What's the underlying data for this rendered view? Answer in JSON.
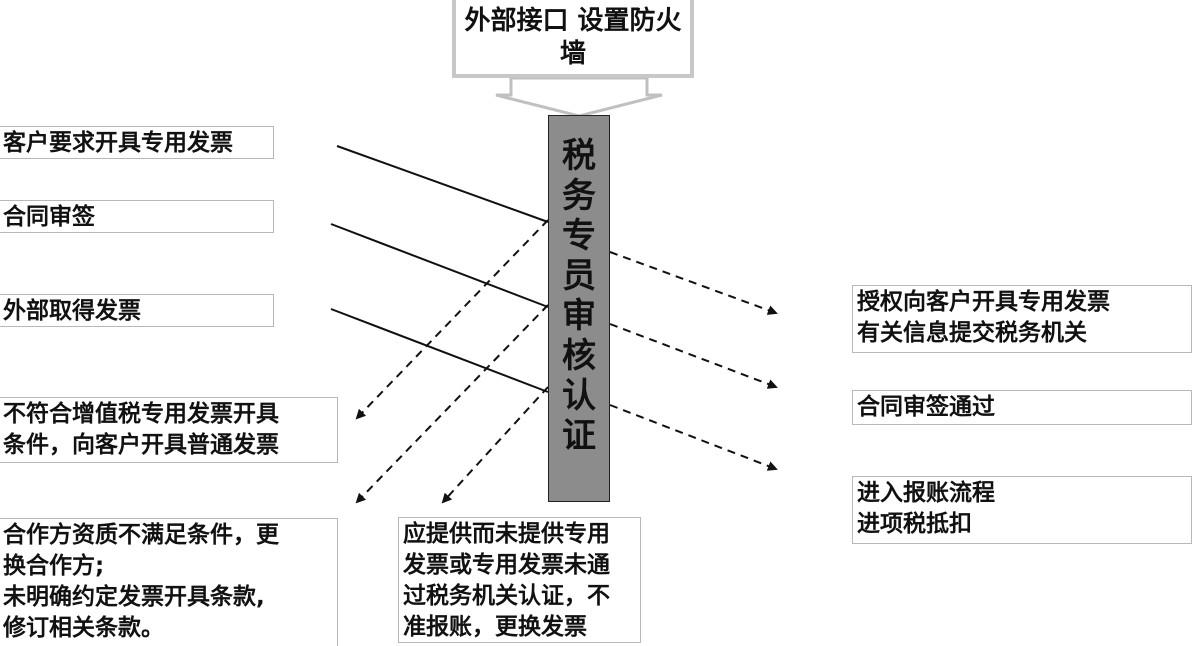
{
  "diagram": {
    "top_box": "外部接口\n设置防火墙",
    "center_label": "税\n务\n专\n员\n审\n核\n认\n证",
    "inputs": [
      {
        "id": "customer-request",
        "text": "客户要求开具专用发票"
      },
      {
        "id": "contract-review",
        "text": "合同审签"
      },
      {
        "id": "external-invoice",
        "text": "外部取得发票"
      }
    ],
    "outputs_right": [
      {
        "id": "authorize-invoice",
        "text": "授权向客户开具专用发票\n有关信息提交税务机关"
      },
      {
        "id": "contract-approved",
        "text": "合同审签通过"
      },
      {
        "id": "reimbursement",
        "text": "进入报账流程\n进项税抵扣"
      }
    ],
    "outputs_left": [
      {
        "id": "normal-invoice",
        "text": "不符合增值税专用发票开具\n条件，向客户开具普通发票"
      },
      {
        "id": "replace-partner",
        "text": "合作方资质不满足条件，更\n换合作方;\n未明确约定发票开具条款,\n修订相关条款。"
      },
      {
        "id": "no-reimburse",
        "text": "应提供而未提供专用\n发票或专用发票未通\n过税务机关认证，不\n准报账，更换发票"
      }
    ]
  }
}
